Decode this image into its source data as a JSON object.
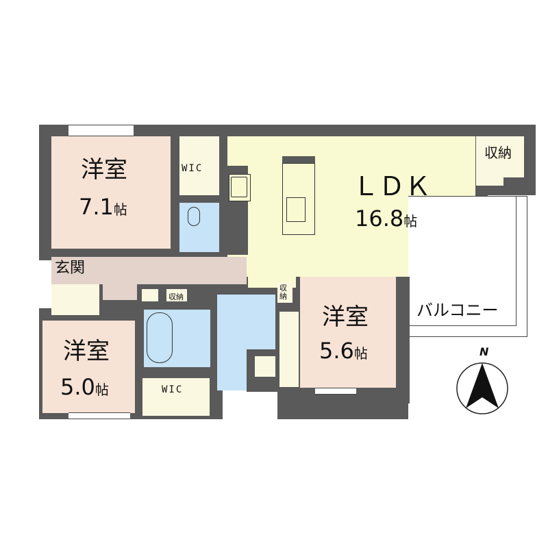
{
  "floor_plan": {
    "rooms": {
      "western_room_1": {
        "name": "洋室",
        "size": "7.1",
        "unit": "帖"
      },
      "ldk": {
        "name": "ＬＤＫ",
        "size": "16.8",
        "unit": "帖"
      },
      "western_room_2": {
        "name": "洋室",
        "size": "5.0",
        "unit": "帖"
      },
      "western_room_3": {
        "name": "洋室",
        "size": "5.6",
        "unit": "帖"
      },
      "entrance": {
        "name": "玄関"
      },
      "wic_1": {
        "name": "WIC"
      },
      "wic_2": {
        "name": "WIC"
      },
      "storage_ldk": {
        "name": "収納"
      },
      "storage_hall": {
        "name": "収納"
      },
      "storage_small": {
        "name": "収\n納"
      },
      "balcony": {
        "name": "バルコニー"
      }
    },
    "compass": {
      "label": "N"
    },
    "colors": {
      "wall": "#5a5a5a",
      "western_room": "#f7e3d6",
      "ldk": "#fafad2",
      "hall": "#e3d3cb",
      "wet_area": "#c6e3f7",
      "storage": "#fbf8e1"
    }
  }
}
